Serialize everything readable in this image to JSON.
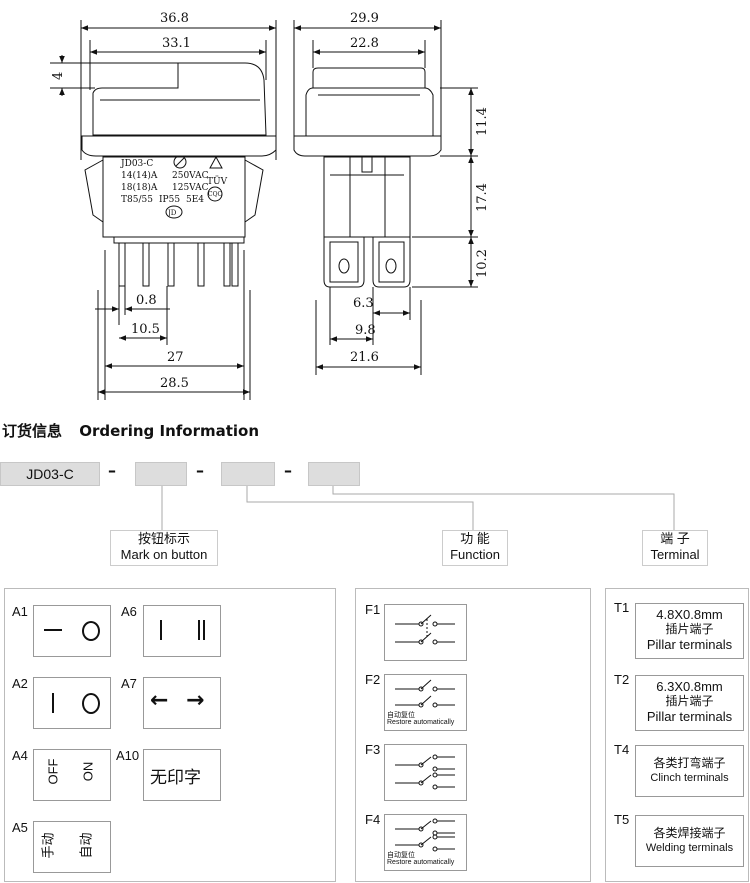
{
  "dimensions": {
    "front_width_outer": "36.8",
    "front_width_inner": "33.1",
    "front_height_top": "4",
    "front_pin_thickness": "0.8",
    "front_pin_spacing": "10.5",
    "front_base_width": "27",
    "front_base_outer": "28.5",
    "side_width_outer": "29.9",
    "side_width_inner": "22.8",
    "side_height_top": "11.4",
    "side_height_body": "17.4",
    "side_height_pins": "10.2",
    "side_pin_width": "6.3",
    "side_pin_spacing": "9.8",
    "side_base_width": "21.6"
  },
  "switch_labels": {
    "model": "JD03-C",
    "rating1": "14(14)A",
    "rating1v": "250VAC",
    "rating2": "18(18)A",
    "rating2v": "125VAC",
    "rating3": "T85/55",
    "rating3b": "IP55",
    "rating3c": "5E4",
    "tuv": "TÜV",
    "cqc": "CQC",
    "jd": "JD"
  },
  "ordering": {
    "title_cn": "订货信息",
    "title_en": "Ordering Information",
    "model_code": "JD03-C",
    "dash": "–"
  },
  "mark": {
    "head_cn": "按钮标示",
    "head_en": "Mark on button",
    "items": [
      {
        "code": "A1",
        "left": "—",
        "right": "O"
      },
      {
        "code": "A6",
        "left": "I",
        "right": "II"
      },
      {
        "code": "A2",
        "left": "I",
        "right": "O"
      },
      {
        "code": "A7",
        "left": "←",
        "right": "→"
      },
      {
        "code": "A4",
        "left": "OFF",
        "right": "ON"
      },
      {
        "code": "A10",
        "text": "无印字"
      },
      {
        "code": "A5",
        "left": "手动",
        "right": "自动"
      }
    ]
  },
  "function": {
    "head_cn": "功 能",
    "head_en": "Function",
    "items": [
      {
        "code": "F1",
        "caption_cn": "",
        "caption_en": ""
      },
      {
        "code": "F2",
        "caption_cn": "自动复位",
        "caption_en": "Restore automatically"
      },
      {
        "code": "F3",
        "caption_cn": "",
        "caption_en": ""
      },
      {
        "code": "F4",
        "caption_cn": "自动复位",
        "caption_en": "Restore automatically"
      }
    ]
  },
  "terminal": {
    "head_cn": "端 子",
    "head_en": "Terminal",
    "items": [
      {
        "code": "T1",
        "line1": "4.8X0.8mm",
        "line2": "插片端子",
        "line3": "Pillar terminals"
      },
      {
        "code": "T2",
        "line1": "6.3X0.8mm",
        "line2": "插片端子",
        "line3": "Pillar terminals"
      },
      {
        "code": "T4",
        "line1": "",
        "line2": "各类打弯端子",
        "line3": "Clinch terminals"
      },
      {
        "code": "T5",
        "line1": "",
        "line2": "各类焊接端子",
        "line3": "Welding terminals"
      }
    ]
  }
}
